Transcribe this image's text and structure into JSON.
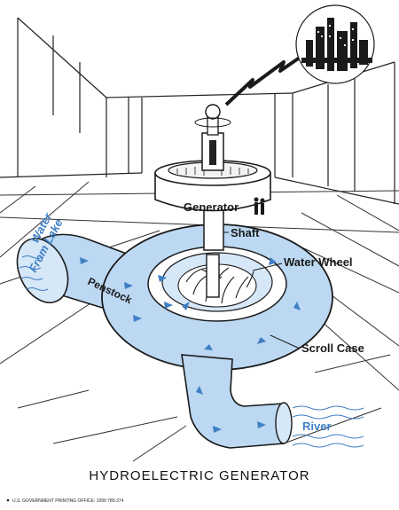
{
  "title": "HYDROELECTRIC GENERATOR",
  "footer": "U.S. GOVERNMENT PRINTING OFFICE: 1999 785-374",
  "labels": {
    "generator": "Generator",
    "shaft": "Shaft",
    "water_wheel": "Water Wheel",
    "penstock": "Penstock",
    "scroll_case": "Scroll Case",
    "water_line1": "Water",
    "water_line2": "From Lake",
    "river": "River"
  },
  "colors": {
    "water": "#bcd8f2",
    "water_dark": "#3f7fc4",
    "line": "#1a1a1a"
  }
}
